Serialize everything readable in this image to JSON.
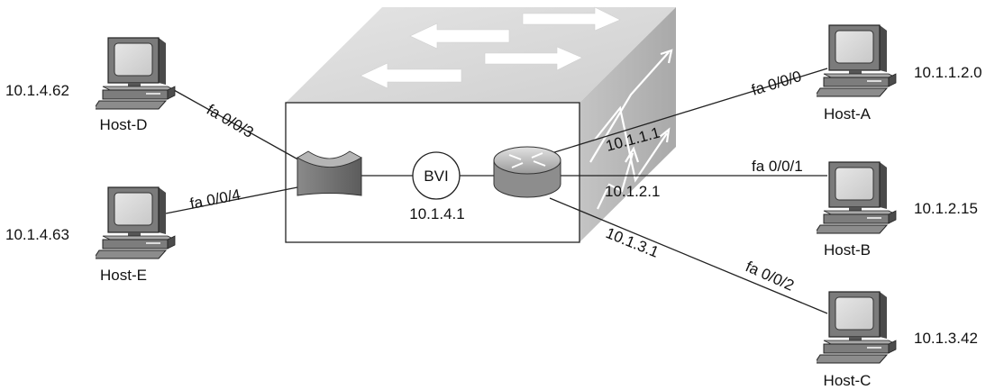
{
  "device": {
    "bvi_label": "BVI",
    "bvi_ip": "10.1.4.1"
  },
  "hosts": [
    {
      "name": "Host-A",
      "ip": "10.1.1.2.0",
      "port": "fa 0/0/0",
      "gateway": "10.1.1.1"
    },
    {
      "name": "Host-B",
      "ip": "10.1.2.15",
      "port": "fa 0/0/1",
      "gateway": "10.1.2.1"
    },
    {
      "name": "Host-C",
      "ip": "10.1.3.42",
      "port": "fa 0/0/2",
      "gateway": "10.1.3.1"
    },
    {
      "name": "Host-D",
      "ip": "10.1.4.62",
      "port": "fa 0/0/3"
    },
    {
      "name": "Host-E",
      "ip": "10.1.4.63",
      "port": "fa 0/0/4"
    }
  ]
}
